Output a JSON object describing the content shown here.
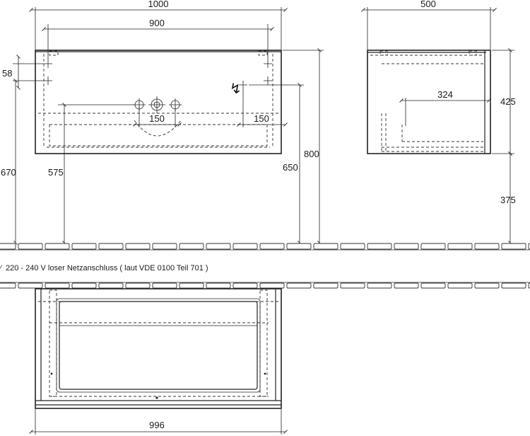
{
  "dimensions": {
    "front_total_width": "1000",
    "front_inner_width": "900",
    "front_mount_offset": "58",
    "front_pipe_spacing": "150",
    "front_socket_offset": "150",
    "front_height_670": "670",
    "front_height_575": "575",
    "front_height_650": "650",
    "front_height_800": "800",
    "side_depth": "500",
    "side_inner_depth": "324",
    "side_body_height": "425",
    "side_floor_gap": "375",
    "top_view_width": "996"
  },
  "notes": {
    "electrical_symbol": "↯",
    "electrical_note": "220 - 240 V loser Netzanschluss ( laut VDE 0100 Teil 701 )"
  }
}
